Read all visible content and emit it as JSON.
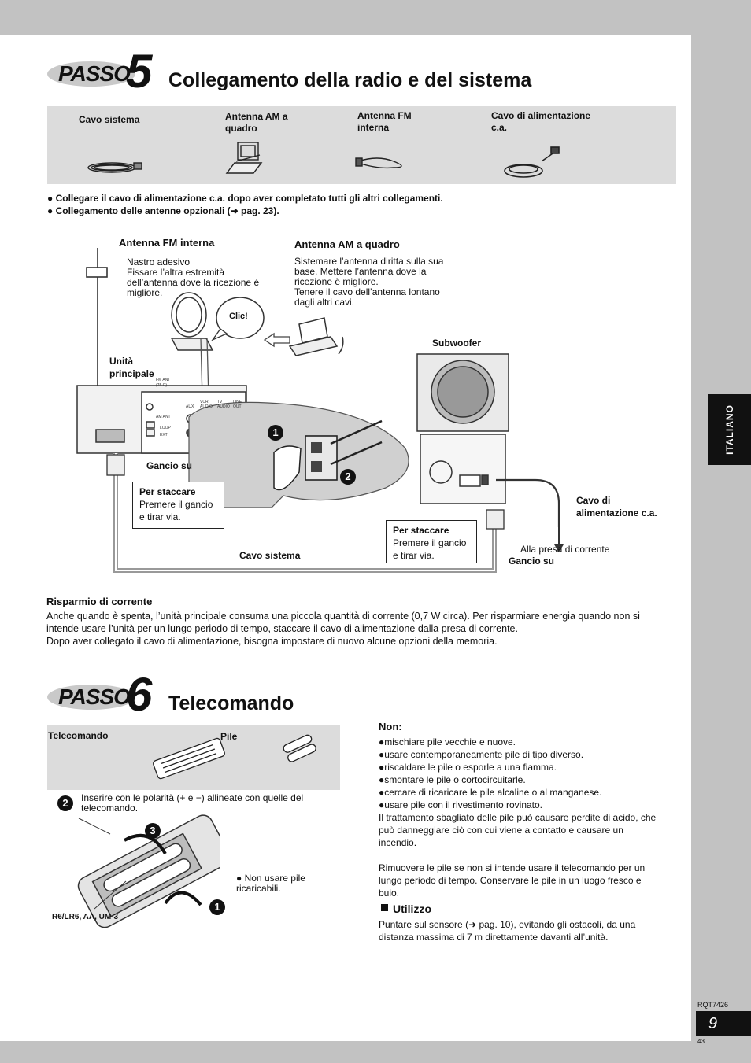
{
  "passo5": {
    "word": "PASSO",
    "number": "5",
    "title": "Collegamento della radio e del sistema",
    "accessories": [
      "Cavo sistema",
      "Antenna AM a\nquadro",
      "Antenna FM\ninterna",
      "Cavo di alimentazione\nc.a."
    ],
    "bullets": [
      "Collegare il cavo di alimentazione c.a. dopo aver completato tutti gli altri collegamenti.",
      "Collegamento delle antenne opzionali (➜ pag. 23)."
    ],
    "diagram": {
      "fm_title": "Antenna FM interna",
      "fm_text": "Nastro adesivo\nFissare l’altra estremità\ndell’antenna dove la ricezione è\nmigliore.",
      "am_title": "Antenna AM a quadro",
      "am_text": "Sistemare l’antenna diritta sulla sua\nbase. Mettere l’antenna dove la\nricezione è migliore.\nTenere il cavo dell’antenna lontano\ndagli altri cavi.",
      "click": "Clic!",
      "subwoofer": "Subwoofer",
      "main_unit": "Unità\nprincipale",
      "hook_up_left": "Gancio su",
      "detach_title": "Per staccare",
      "detach_text": "Premere il gancio\ne tirar via.",
      "power_cable": "Cavo di\nalimentazione c.a.",
      "to_outlet": "Alla presa di corrente",
      "hook_up_right": "Gancio su",
      "system_cable": "Cavo sistema",
      "step1": "1",
      "step2": "2",
      "panel_labels": [
        "FM ANT",
        "(75 Ω)",
        "AM ANT",
        "LOOP",
        "EXT",
        "AUX",
        "VCR AUDIO",
        "TV AUDIO",
        "LINE OUT"
      ]
    },
    "saving_title": "Risparmio di corrente",
    "saving_text": [
      "Anche quando è spenta, l’unità principale consuma una piccola quantità di corrente (0,7 W circa). Per risparmiare energia quando non si",
      "intende usare l’unità per un lungo periodo di tempo, staccare il cavo di alimentazione dalla presa di corrente.",
      "Dopo aver collegato il cavo di alimentazione, bisogna impostare di nuovo alcune opzioni della memoria."
    ]
  },
  "passo6": {
    "word": "PASSO",
    "number": "6",
    "title": "Telecomando",
    "accessories": [
      "Telecomando",
      "Pile"
    ],
    "step2_text": "Inserire con le polarità (+ e −) allineate con quelle del\ntelecomando.",
    "battery_type": "R6/LR6, AA, UM-3",
    "no_recharge": "Non usare pile\nricaricabili.",
    "steps": [
      "1",
      "2",
      "3"
    ],
    "non_title": "Non:",
    "non_items": [
      "mischiare pile vecchie e nuove.",
      "usare contemporaneamente pile di tipo diverso.",
      "riscaldare le pile o esporle a una fiamma.",
      "smontare le pile o cortocircuitarle.",
      "cercare di ricaricare le pile alcaline o al manganese.",
      "usare pile con il rivestimento rovinato."
    ],
    "warning": "Il trattamento sbagliato delle pile può causare perdite di acido, che\npuò danneggiare ciò con cui viene a contatto e causare un\nincendio.",
    "storage": "Rimuovere le pile se non si intende usare il telecomando per un\nlungo periodo di tempo. Conservare le pile in un luogo fresco e\nbuio.",
    "use_title": "Utilizzo",
    "use_text": "Puntare sul sensore (➜ pag. 10), evitando gli ostacoli, da una\ndistanza massima di 7 m direttamente davanti all’unità."
  },
  "side_tab": "ITALIANO",
  "doc_code": "RQT7426",
  "page_number": "9",
  "sheet_number": "43"
}
